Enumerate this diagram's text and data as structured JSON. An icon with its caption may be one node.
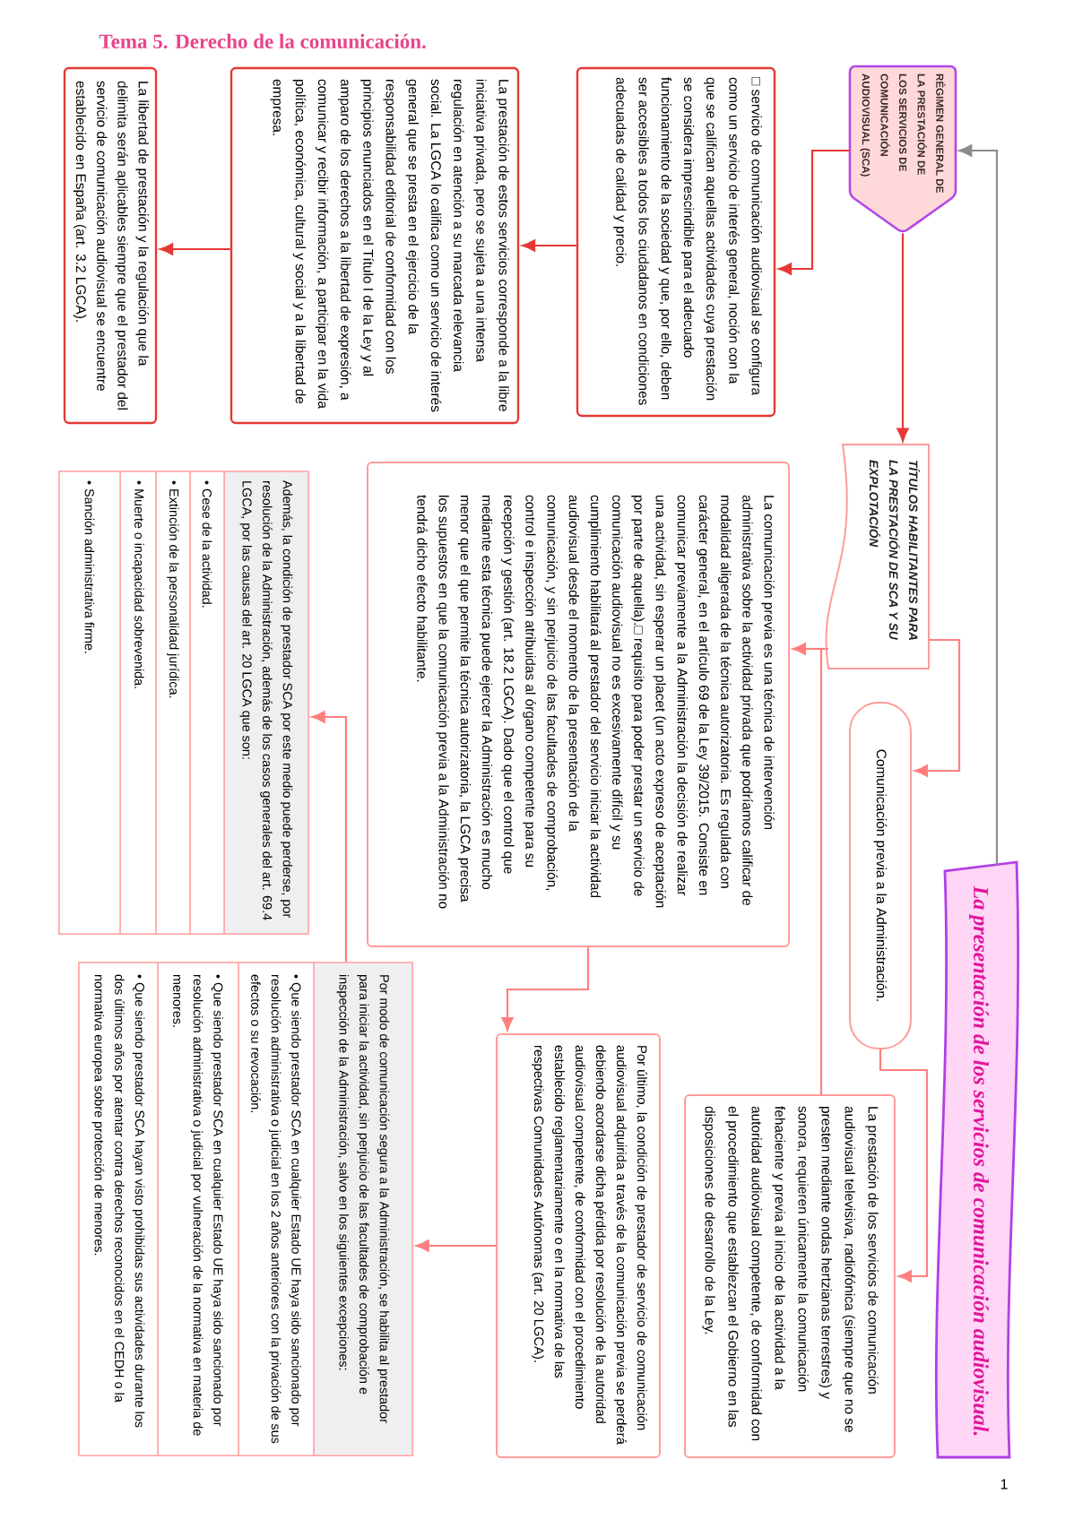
{
  "diagram": {
    "title": "Tema 5. Derecho de la comunicación.",
    "nodes": [
      {
        "text": [
          "La presentación de los servicios de comunicación audiovisual."
        ]
      },
      {
        "text": [
          "RÉGIMEN GENERAL DE LA PRESTACIÓN DE LOS SERVICIOS DE COMUNICACIÓN AUDIOVISUAL (SCA)"
        ]
      },
      {
        "text": [
          "□ servicio de comunicación audiovisual se configura como un servicio de interés general, noción con la que se califican aquellas actividades cuya prestación se considera imprescindible para el adecuado funcionamiento de la sociedad y que, por ello, deben ser accesibles a todos los ciudadanos en condiciones adecuadas de calidad y precio."
        ]
      },
      {
        "text": [
          "La prestación de estos servicios corresponde a la libre iniciativa privada, pero se sujeta a una intensa regulación en atención a su marcada relevancia social. La LGCA lo califica como un servicio de interés general que se presta en el ejercicio de la responsabilidad editorial de conformidad con los principios enunciados en el Título I de la Ley y al amparo de los derechos a la libertad de expresión, a comunicar y recibir información, a participar en la vida política, económica, cultural y social y a la libertad de empresa."
        ]
      },
      {
        "text": [
          "La libertad de prestación y la regulación que la delimita serán aplicables siempre que el prestador del servicio de comunicación audiovisual se encuentre establecido en España (art. 3.2 LGCA)."
        ]
      },
      {
        "text": [
          "TÍTULOS HABILITANTES PARA LA PRESTACIÓN DE SCA Y SU EXPLOTACIÓN"
        ]
      },
      {
        "text": [
          "La comunicación previa es una técnica de intervención administrativa sobre la actividad privada que podríamos calificar de modalidad aligerada de la técnica autorizatoria. Es regulada con carácter general, en el artículo 69 de la Ley 39/2015. Consiste en comunicar previamente a la Administración la decisión de realizar una actividad, sin esperar un placet (un acto expreso de aceptación por parte de aquella).□ requisito para poder prestar un servicio de comunicación audiovisual no es excesivamente difícil y su cumplimiento habilitará al prestador del servicio iniciar la actividad audiovisual desde el momento de la presentación de la comunicación, y sin perjuicio de las facultades de comprobación, control e inspección atribuidas al órgano competente para su recepción y gestión (art. 18.2 LGCA). Dado que el control que mediante esta técnica puede ejercer la Administración es mucho menor que el que permite la técnica autorizatoria, la LGCA precisa los supuestos en que la comunicación previa a la Administración no tendrá dicho efecto habilitante."
        ]
      },
      {
        "text": [
          "Comunicación previa a la Administración."
        ]
      },
      {
        "text": [
          "La prestación de los servicios de comunicación audiovisual televisiva, radiofónica (siempre que no se presten mediante ondas hertzianas terrestres) y sonora, requieren únicamente la comunicación fehaciente y previa al inicio de la actividad a la autoridad audiovisual competente, de conformidad con el procedimiento que establezcan el Gobierno en las disposiciones de desarrollo de la Ley."
        ]
      },
      {
        "text": [
          "Por último, la condición de prestador de servicio de comunicación audiovisual adquirida a través de la comunicación previa se perderá debiendo acordarse dicha pérdida por resolución de la autoridad audiovisual competente, de conformidad con el procedimiento establecido reglamentariamente o en la normativa de las respectivas Comunidades Autónomas (art. 20 LGCA)."
        ]
      },
      {
        "text": [
          "Por modo de comunicación segura a la Administración, se habilita al prestador para iniciar la actividad, sin perjuicio de las facultades de comprobación e inspección de la Administración, salvo en los siguientes excepciones:",
          "• Que siendo prestador SCA en cualquier Estado UE haya sido sancionado por resolución administrativa o judicial en los 2 años anteriores con la privación de sus efectos o su revocación.",
          "• Que siendo prestador SCA en cualquier Estado UE haya sido sancionado por resolución administrativa o judicial por vulneración de la normativa en materia de menores.",
          "• Que siendo prestador SCA hayan visto prohibidas sus actividades durante los dos últimos años por atentar contra derechos reconocidos en el CEDH o la normativa europea sobre protección de menores."
        ]
      },
      {
        "text": [
          "Además, la condición de prestador SCA por este medio puede perderse, por resolución de la Administración, además de los casos generales del art. 69.4 LGCA, por las causas del art. 20 LGCA que son:",
          "• Cese de la actividad.",
          "• Extinción de la personalidad jurídica.",
          "• Muerte o incapacidad sobrevenida.",
          "• Sanción administrativa firme."
        ]
      }
    ],
    "edges": [
      {
        "from": 0,
        "to": 1,
        "arrow": "to",
        "color": "#8c8c8c"
      },
      {
        "from": 1,
        "to": 2,
        "arrow": "to",
        "color": "#e53935"
      },
      {
        "from": 2,
        "to": 3,
        "arrow": "to",
        "color": "#e53935"
      },
      {
        "from": 3,
        "to": 4,
        "arrow": "to",
        "color": "#e53935"
      },
      {
        "from": 1,
        "to": 5,
        "arrow": "to",
        "color": "#e53935"
      },
      {
        "from": 5,
        "to": 6,
        "arrow": "to"
      },
      {
        "from": 5,
        "to": 8,
        "arrow": "none"
      },
      {
        "from": 5,
        "to": 7,
        "arrow": "to"
      },
      {
        "from": 7,
        "to": 8,
        "arrow": "to"
      },
      {
        "from": 6,
        "to": 9,
        "arrow": "to"
      },
      {
        "from": 9,
        "to": 10,
        "arrow": "to"
      },
      {
        "from": 10,
        "to": 11,
        "arrow": "to"
      }
    ],
    "labels": [
      "1"
    ]
  }
}
